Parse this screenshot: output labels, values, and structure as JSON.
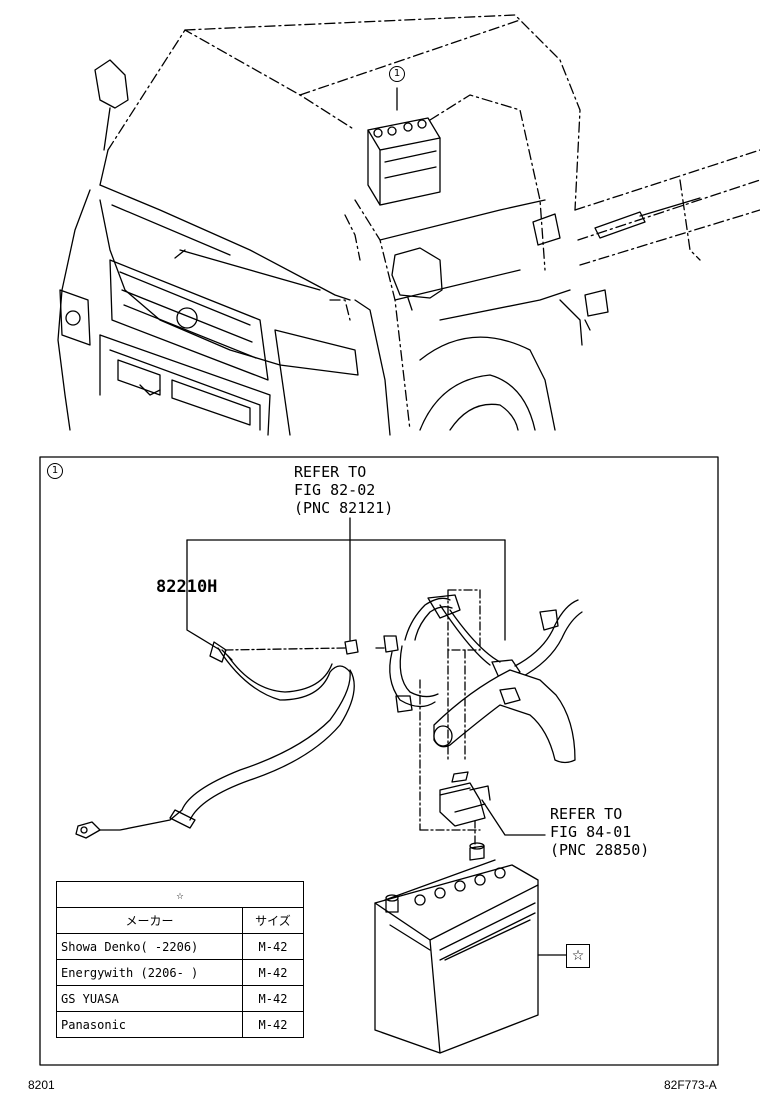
{
  "callouts": {
    "main": "1",
    "detail": "1"
  },
  "refer1": {
    "line1": "REFER TO",
    "line2": "FIG 82-02",
    "line3": "(PNC 82121)"
  },
  "refer2": {
    "line1": "REFER TO",
    "line2": "FIG 84-01",
    "line3": "(PNC 28850)"
  },
  "part_number": "82210H",
  "star_marker": "☆",
  "spec_table": {
    "star": "☆",
    "col_maker": "メーカー",
    "col_size": "サイズ",
    "rows": [
      {
        "maker": "Showa Denko(    -2206)",
        "size": "M-42"
      },
      {
        "maker": "Energywith (2206-    )",
        "size": "M-42"
      },
      {
        "maker": "GS YUASA",
        "size": "M-42"
      },
      {
        "maker": "Panasonic",
        "size": "M-42"
      }
    ]
  },
  "footer": {
    "left": "8201",
    "right": "82F773-A"
  }
}
